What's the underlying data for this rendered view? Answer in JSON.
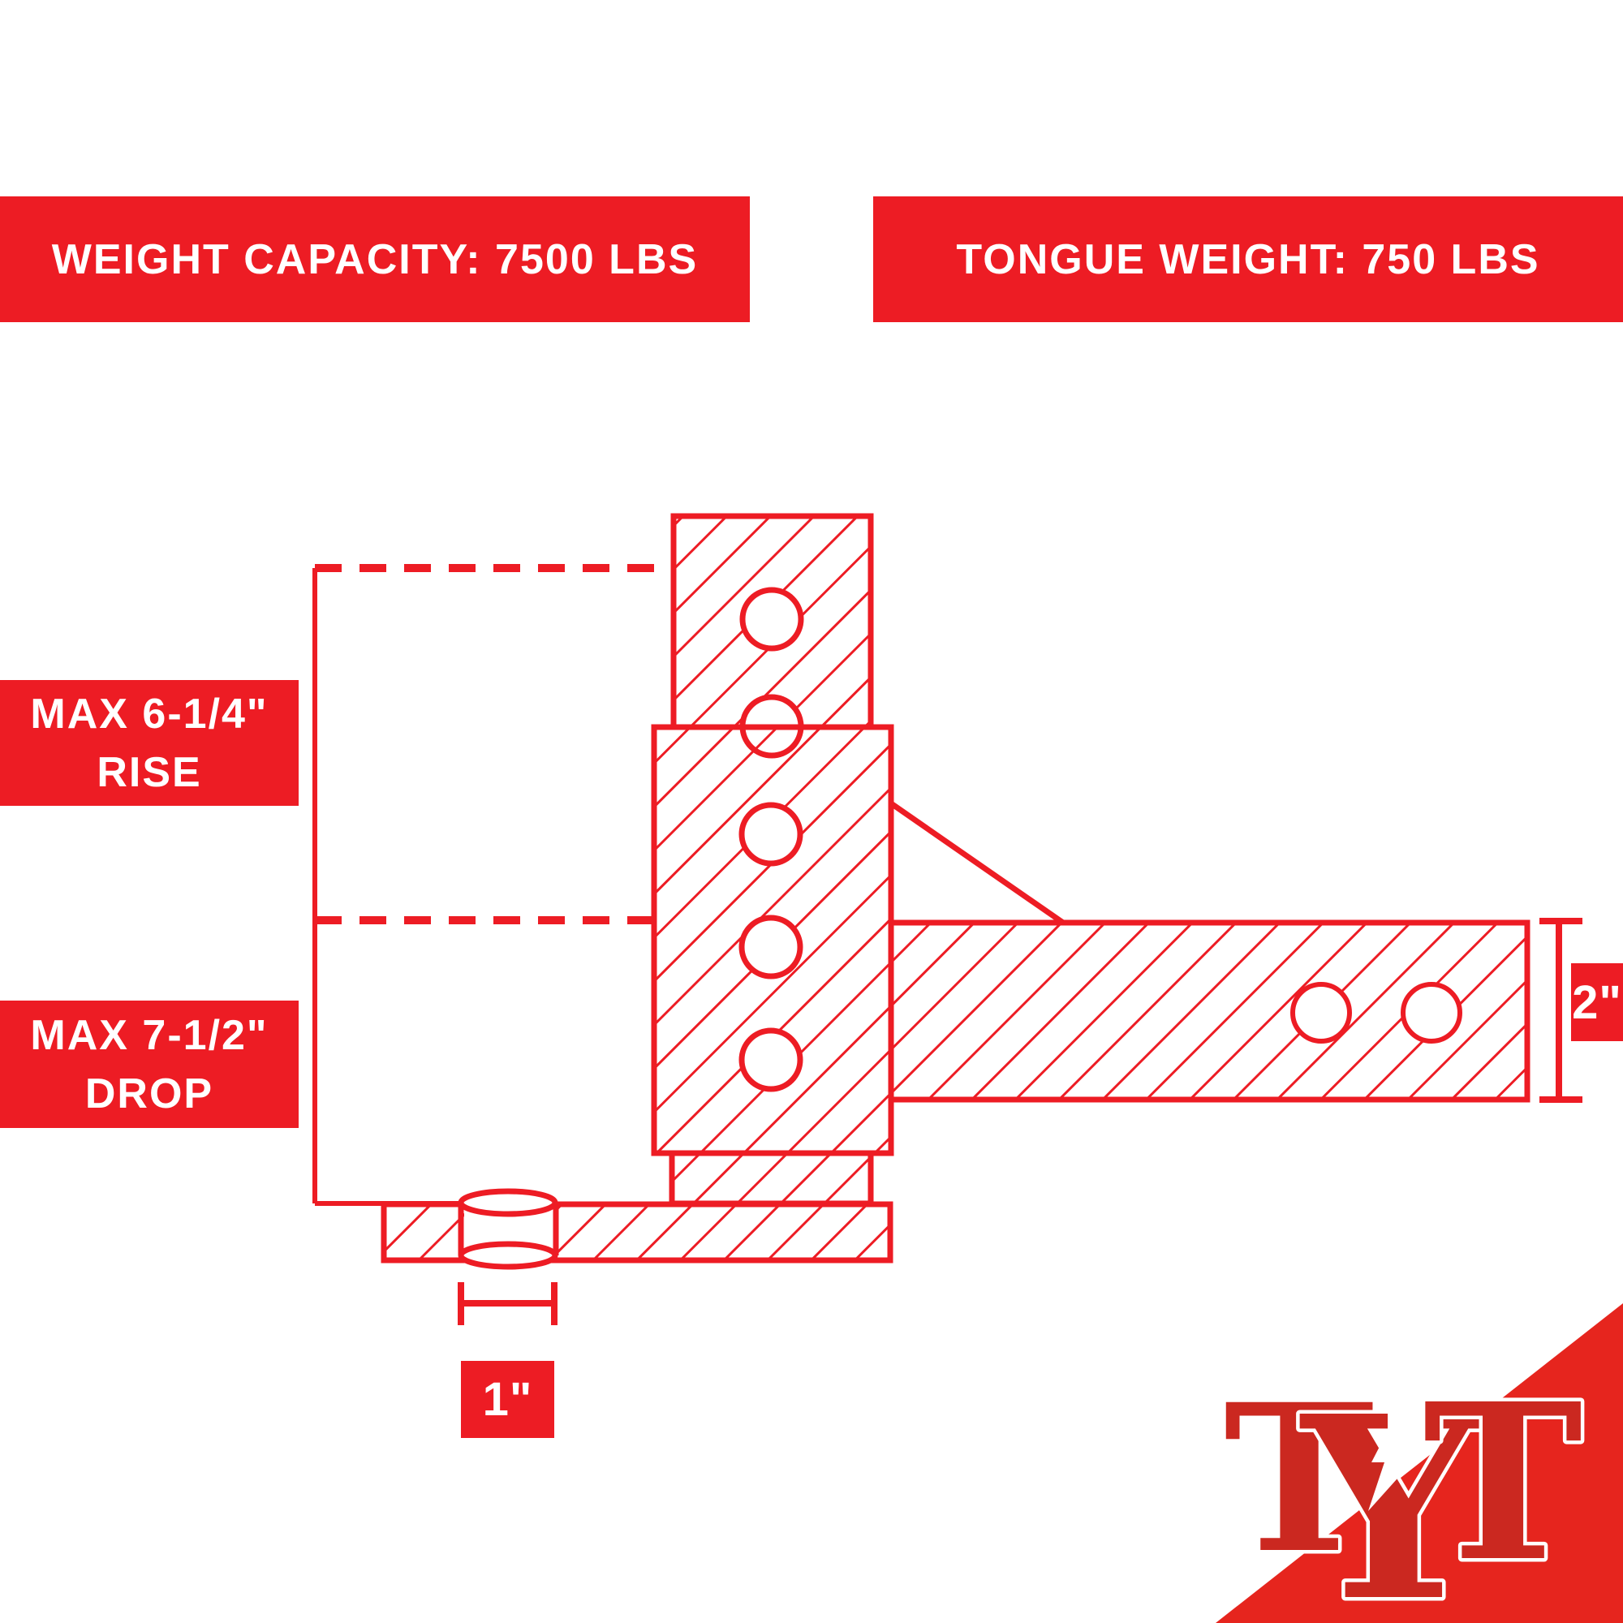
{
  "banners": {
    "weight_capacity": "WEIGHT CAPACITY: 7500 LBS",
    "tongue_weight": "TONGUE WEIGHT: 750 LBS",
    "max_rise_line1": "MAX 6-1/4\"",
    "max_rise_line2": "RISE",
    "max_drop_line1": "MAX 7-1/2\"",
    "max_drop_line2": "DROP"
  },
  "dimension_labels": {
    "shank_height": "2\"",
    "ball_hole_width": "1\""
  },
  "logo": {
    "letter1": "T",
    "letter2": "Y",
    "letter3": "T"
  },
  "colors": {
    "red": "#ED1C24",
    "logo_red": "#CB2820",
    "logo_triangle_red": "#E6251E",
    "white": "#FFFFFF"
  }
}
